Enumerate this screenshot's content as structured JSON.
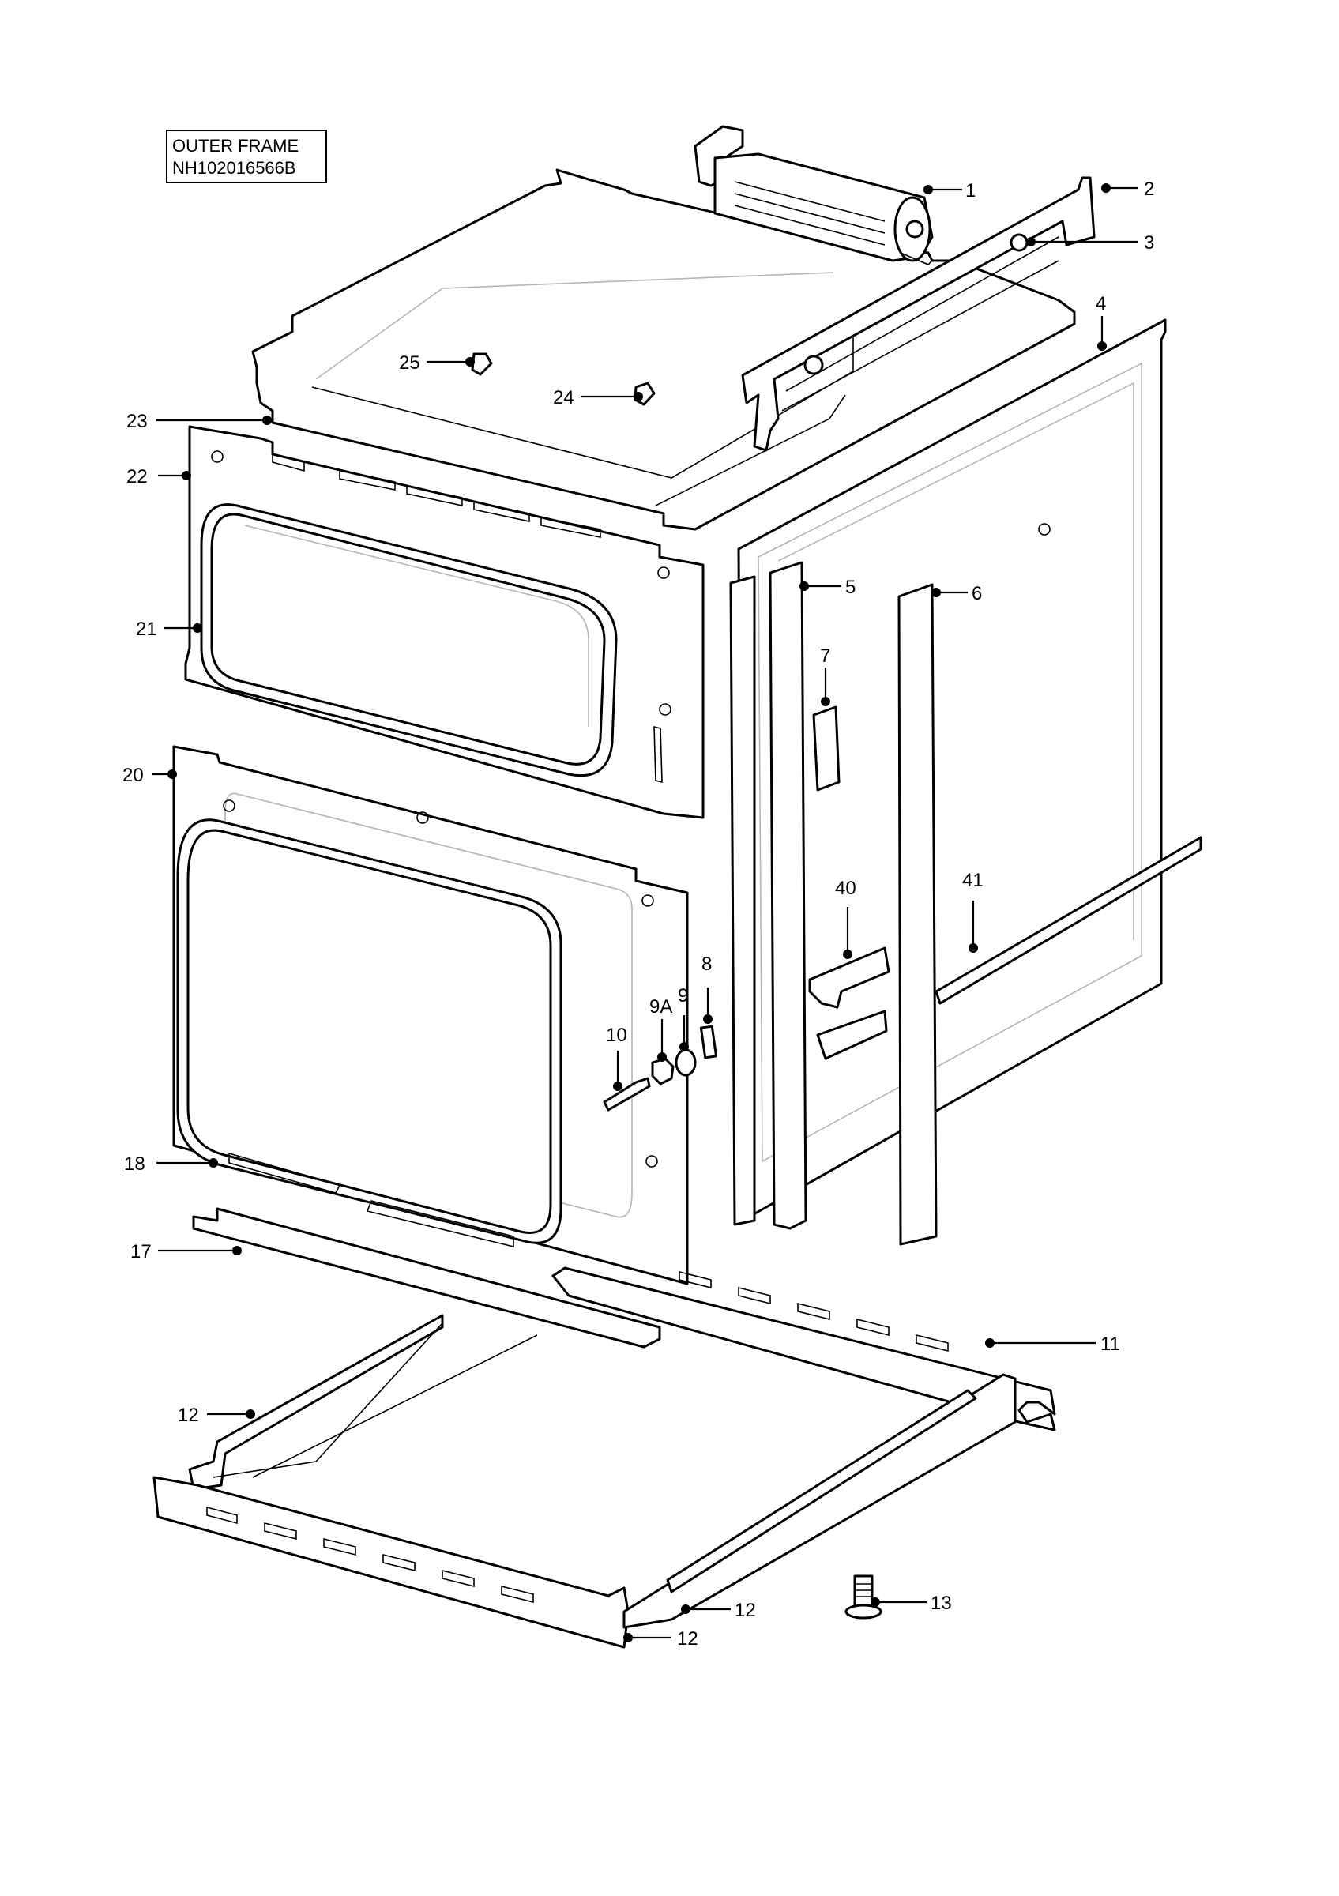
{
  "frame": {
    "title": "OUTER FRAME",
    "code": "NH102016566B"
  },
  "callouts": [
    {
      "id": "c1",
      "label": "1"
    },
    {
      "id": "c2",
      "label": "2"
    },
    {
      "id": "c3",
      "label": "3"
    },
    {
      "id": "c4",
      "label": "4"
    },
    {
      "id": "c5",
      "label": "5"
    },
    {
      "id": "c6",
      "label": "6"
    },
    {
      "id": "c7",
      "label": "7"
    },
    {
      "id": "c8",
      "label": "8"
    },
    {
      "id": "c9",
      "label": "9"
    },
    {
      "id": "c9a",
      "label": "9A"
    },
    {
      "id": "c10",
      "label": "10"
    },
    {
      "id": "c11",
      "label": "11"
    },
    {
      "id": "c12a",
      "label": "12"
    },
    {
      "id": "c12b",
      "label": "12"
    },
    {
      "id": "c12c",
      "label": "12"
    },
    {
      "id": "c13",
      "label": "13"
    },
    {
      "id": "c17",
      "label": "17"
    },
    {
      "id": "c18",
      "label": "18"
    },
    {
      "id": "c20",
      "label": "20"
    },
    {
      "id": "c21",
      "label": "21"
    },
    {
      "id": "c22",
      "label": "22"
    },
    {
      "id": "c23",
      "label": "23"
    },
    {
      "id": "c24",
      "label": "24"
    },
    {
      "id": "c25",
      "label": "25"
    },
    {
      "id": "c40",
      "label": "40"
    },
    {
      "id": "c41",
      "label": "41"
    }
  ]
}
